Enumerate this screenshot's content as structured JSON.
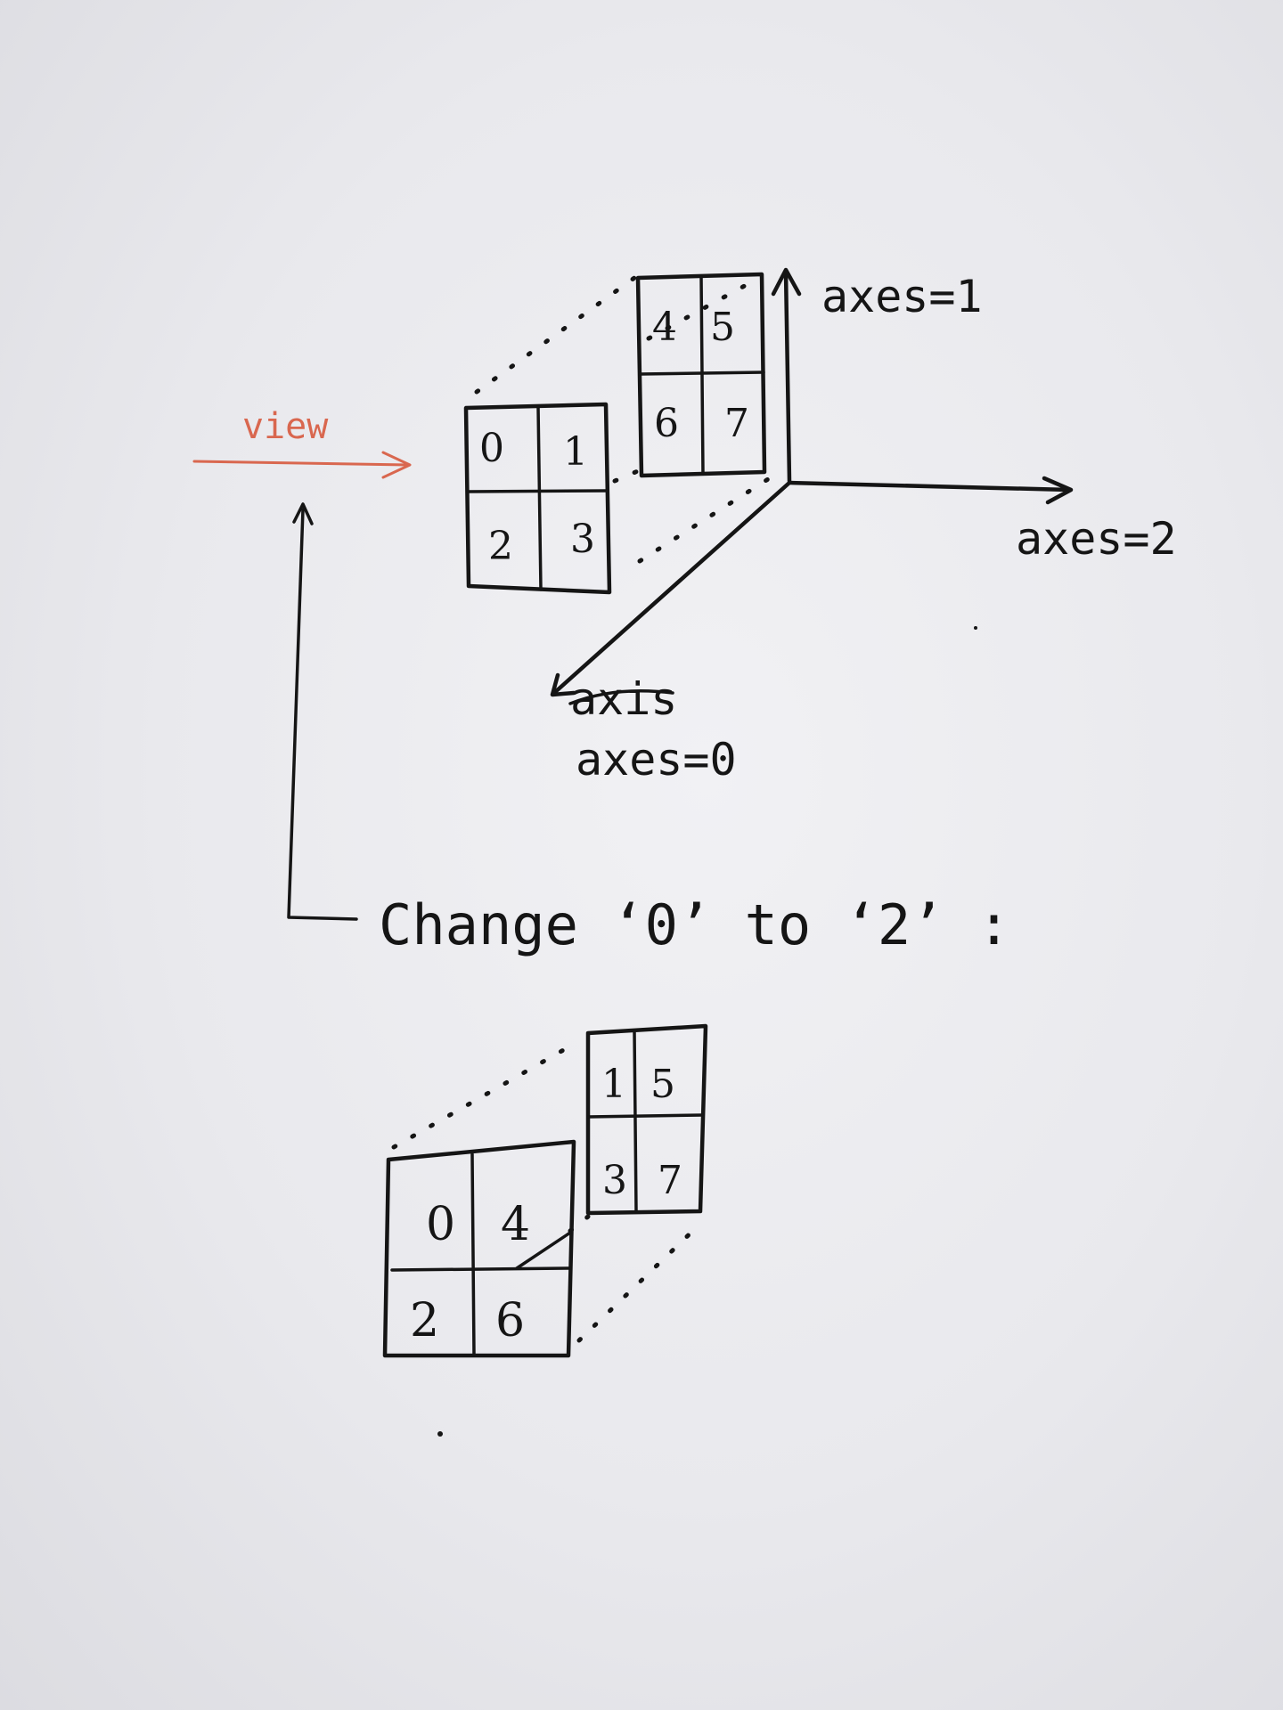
{
  "labels": {
    "view": "view",
    "axis1": "axes=1",
    "axis2": "axes=2",
    "axis0": "axes=0",
    "axis0_crossed": "axis",
    "change": "Change ‘0’ to ‘2’ :"
  },
  "top_cube": {
    "front": [
      "0",
      "1",
      "2",
      "3"
    ],
    "back": [
      "4",
      "5",
      "6",
      "7"
    ]
  },
  "bottom_cube": {
    "front": [
      "0",
      "4",
      "2",
      "6"
    ],
    "back": [
      "1",
      "5",
      "3",
      "7"
    ]
  },
  "colors": {
    "ink": "#151515",
    "view_arrow": "#d9674f",
    "paper": "#ececef"
  }
}
